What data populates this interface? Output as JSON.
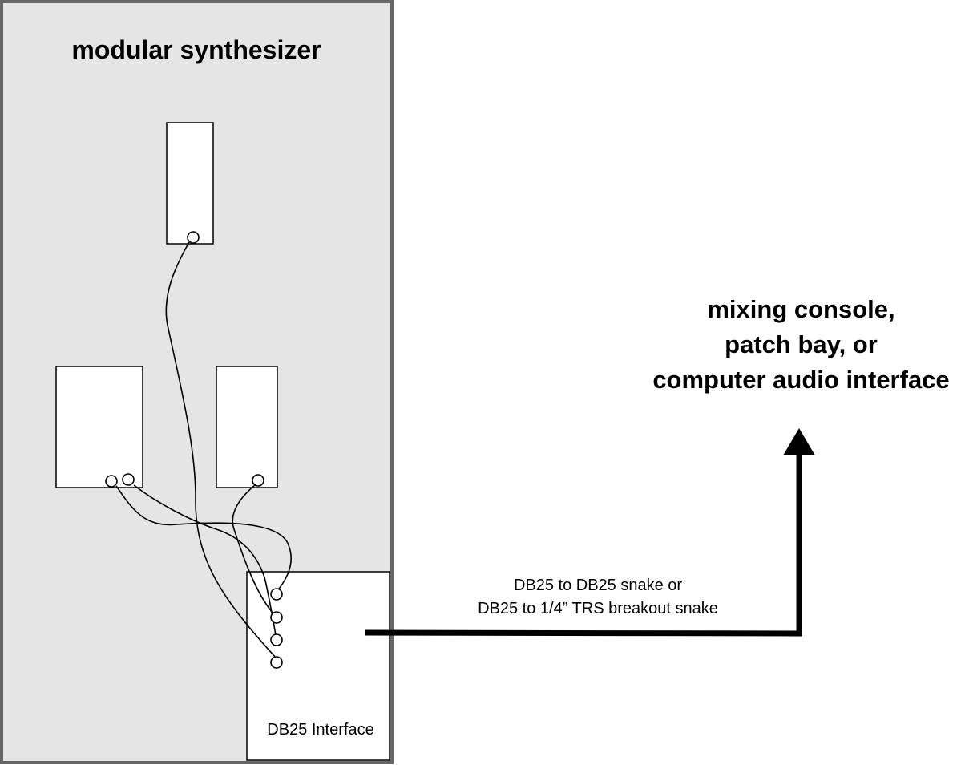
{
  "synth": {
    "title": "modular synthesizer"
  },
  "destination": {
    "lines": [
      "mixing console,",
      "patch bay, or",
      "computer audio interface"
    ]
  },
  "snake": {
    "line1": "DB25 to DB25 snake or",
    "line2": "DB25 to 1/4” TRS breakout snake"
  },
  "interface": {
    "label": "DB25 Interface"
  },
  "colors": {
    "panel": "#e5e5e5",
    "panel_border": "#666666",
    "stroke": "#000000",
    "box": "#ffffff"
  }
}
